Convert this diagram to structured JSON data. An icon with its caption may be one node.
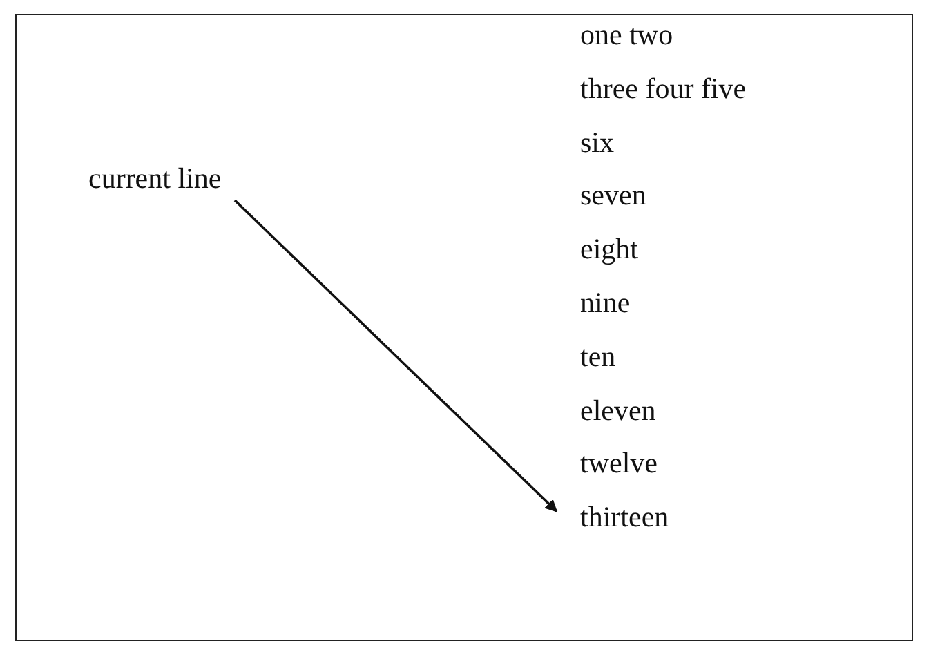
{
  "diagram": {
    "nodes": [
      {
        "text": [
          "current line"
        ]
      },
      {
        "text": [
          "thirteen"
        ]
      }
    ],
    "edges": [
      {
        "from": 0,
        "to": 1,
        "arrow": "to"
      }
    ],
    "labels": [
      "one two",
      "three four five",
      "six",
      "seven",
      "eight",
      "nine",
      "ten",
      "eleven",
      "twelve"
    ]
  }
}
